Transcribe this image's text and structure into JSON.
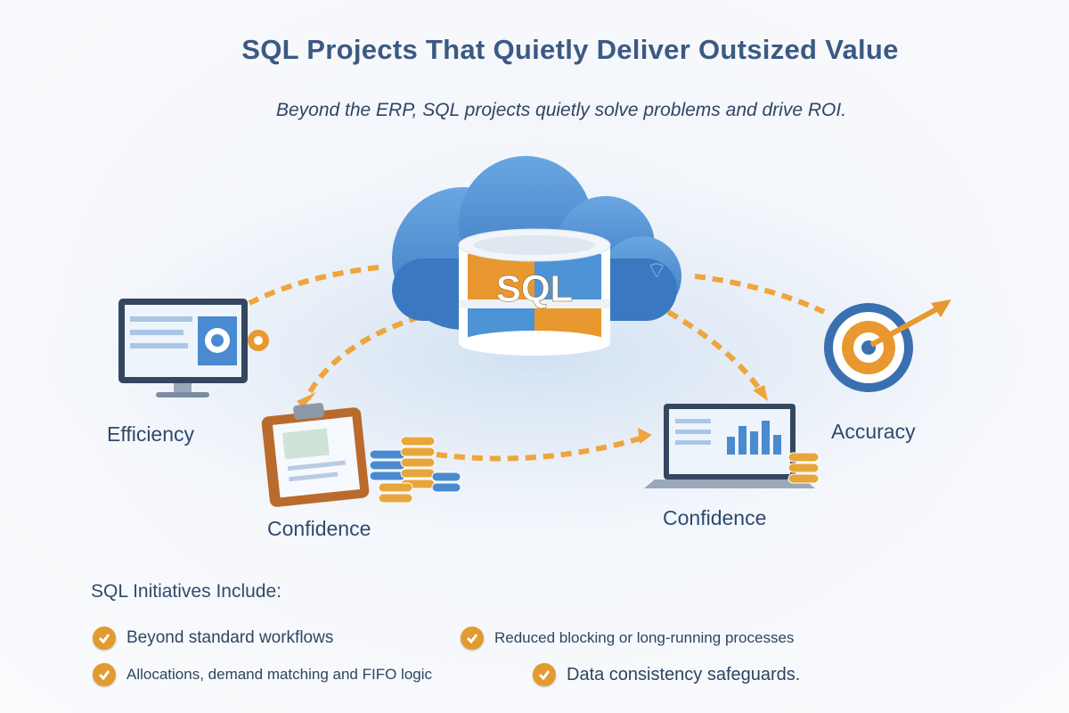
{
  "header": {
    "title": "SQL Projects That Quietly Deliver Outsized Value",
    "subtitle": "Beyond the ERP, SQL projects quietly solve problems and drive ROI."
  },
  "diagram": {
    "center_label": "SQL",
    "labels": {
      "efficiency": "Efficiency",
      "confidence_left": "Confidence",
      "confidence_right": "Confidence",
      "accuracy": "Accuracy"
    }
  },
  "initiatives": {
    "heading": "SQL Initiatives Include:",
    "items": [
      "Beyond standard workflows",
      "Reduced blocking or long-running processes",
      "Allocations, demand matching and FIFO logic",
      "Data consistency safeguards."
    ]
  },
  "colors": {
    "accent_orange": "#e39a30",
    "accent_blue": "#4a8ad0",
    "text": "#2e4463"
  }
}
